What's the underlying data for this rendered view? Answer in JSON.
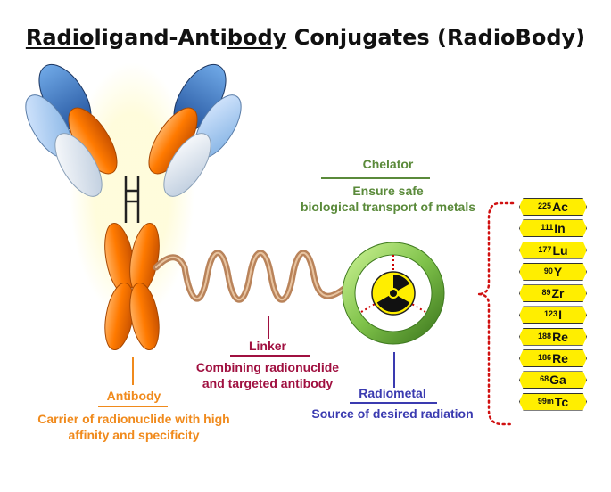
{
  "title": {
    "part1": "Radio",
    "part2": "ligand-Anti",
    "part3": "body",
    "part4": " Conjugates (RadioBody)"
  },
  "chelator": {
    "heading": "Chelator",
    "line1": "Ensure safe",
    "line2": "biological transport of metals",
    "color": "#5a8a3a"
  },
  "linker": {
    "heading": "Linker",
    "line1": "Combining radionuclide",
    "line2": "and targeted antibody",
    "color": "#a01040"
  },
  "antibody": {
    "heading": "Antibody",
    "line1": "Carrier of radionuclide with high",
    "line2": "affinity and specificity",
    "color": "#f08a1c"
  },
  "radiometal": {
    "heading": "Radiometal",
    "line1": "Source of desired radiation",
    "color": "#3a3ab0"
  },
  "isotopes": [
    {
      "mass": "225",
      "symbol": "Ac"
    },
    {
      "mass": "111",
      "symbol": "In"
    },
    {
      "mass": "177",
      "symbol": "Lu"
    },
    {
      "mass": "90",
      "symbol": "Y"
    },
    {
      "mass": "89",
      "symbol": "Zr"
    },
    {
      "mass": "123",
      "symbol": "I"
    },
    {
      "mass": "188",
      "symbol": "Re"
    },
    {
      "mass": "186",
      "symbol": "Re"
    },
    {
      "mass": "68",
      "symbol": "Ga"
    },
    {
      "mass": "99m",
      "symbol": "Tc"
    }
  ],
  "icons": {
    "antibody": "antibody-icon",
    "chelator_ring": "chelator-ring-icon",
    "radiation": "radiation-trefoil-icon"
  }
}
